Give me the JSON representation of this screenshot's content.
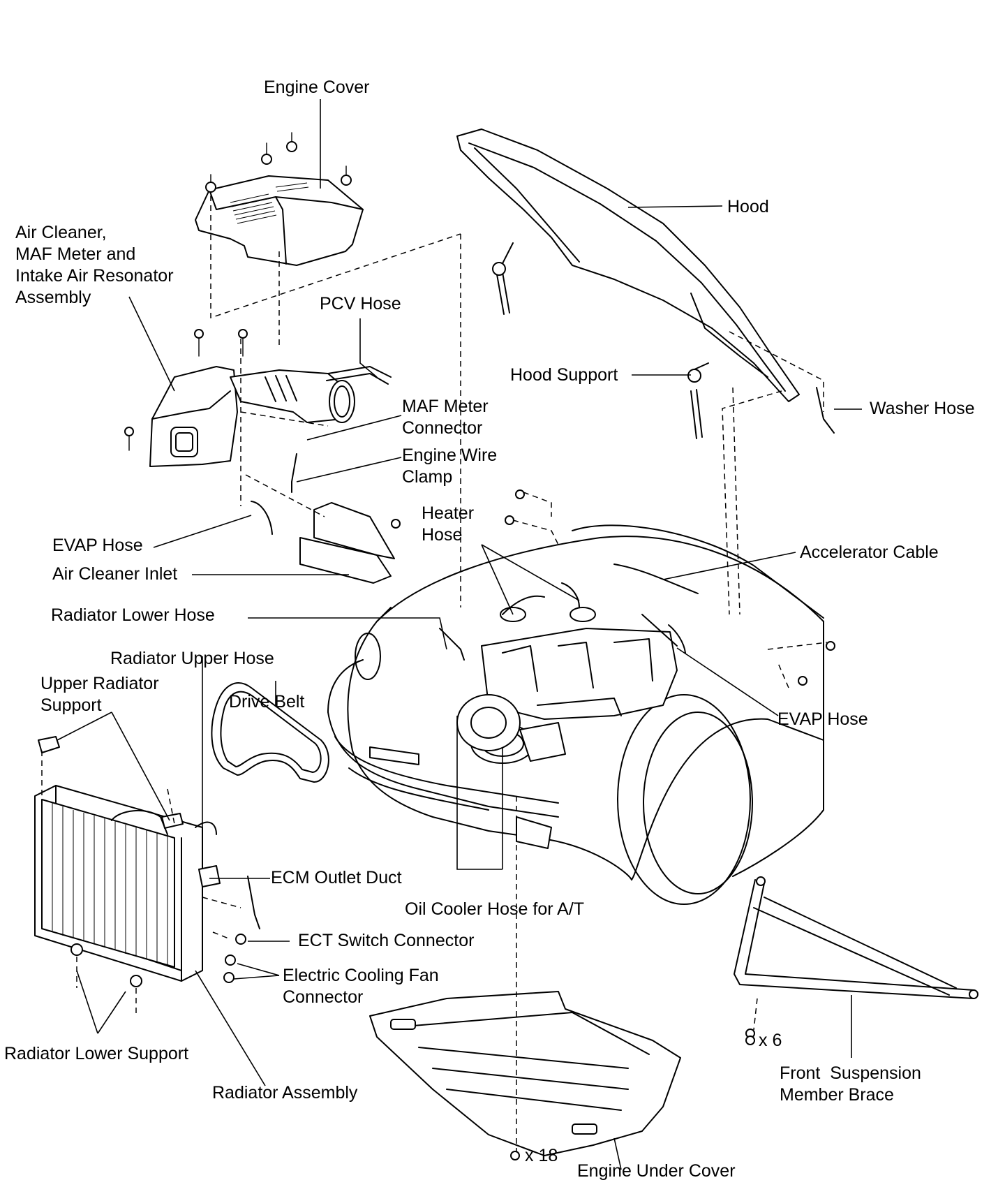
{
  "labels": {
    "engine_cover": "Engine Cover",
    "hood": "Hood",
    "air_cleaner": "Air Cleaner,\nMAF Meter and\nIntake Air Resonator\nAssembly",
    "pcv_hose": "PCV Hose",
    "hood_support": "Hood Support",
    "washer_hose": "Washer Hose",
    "maf_meter_connector": "MAF Meter\nConnector",
    "engine_wire_clamp": "Engine Wire\nClamp",
    "heater_hose": "Heater\nHose",
    "evap_hose_left": "EVAP Hose",
    "air_cleaner_inlet": "Air Cleaner Inlet",
    "accelerator_cable": "Accelerator Cable",
    "radiator_lower_hose": "Radiator Lower Hose",
    "radiator_upper_hose": "Radiator Upper Hose",
    "upper_radiator_support": "Upper Radiator\nSupport",
    "drive_belt": "Drive Belt",
    "evap_hose_right": "EVAP Hose",
    "ecm_outlet_duct": "ECM Outlet Duct",
    "oil_cooler_hose": "Oil Cooler Hose for A/T",
    "ect_switch_connector": "ECT Switch Connector",
    "electric_cooling_fan_connector": "Electric Cooling Fan\nConnector",
    "radiator_lower_support": "Radiator Lower Support",
    "radiator_assembly": "Radiator Assembly",
    "front_suspension_brace": "Front  Suspension\nMember Brace",
    "engine_under_cover": "Engine Under Cover",
    "qty_brace_bolts": "x 6",
    "qty_cover_bolts": "x 18"
  }
}
